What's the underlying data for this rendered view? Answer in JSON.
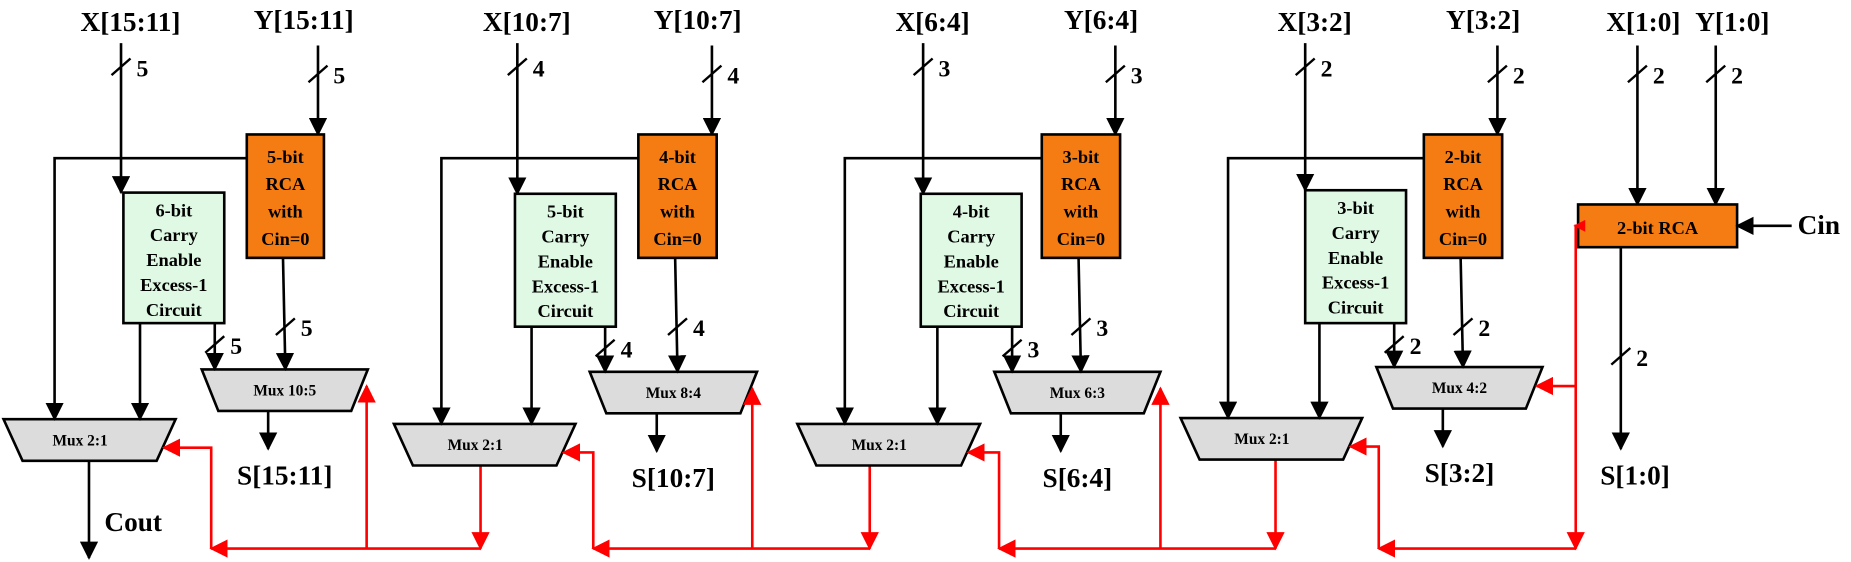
{
  "colors": {
    "rca": "#f57c12",
    "cec": "#e0f9e4",
    "mux": "#dcdcdc",
    "carry_wire": "#ff0000",
    "wire": "#000000"
  },
  "blocks": [
    {
      "x_label": "X[15:11]",
      "y_label": "Y[15:11]",
      "x_width": "5",
      "y_width": "5",
      "rca_lines": [
        "5-bit",
        "RCA",
        "with",
        "Cin=0"
      ],
      "cec_lines": [
        "6-bit",
        "Carry",
        "Enable",
        "Excess-1",
        "Circuit"
      ],
      "cec_width": "5",
      "rca_width": "5",
      "mux_label": "Mux 10:5",
      "mux21_label": "Mux 2:1",
      "sum_label": "S[15:11]"
    },
    {
      "x_label": "X[10:7]",
      "y_label": "Y[10:7]",
      "x_width": "4",
      "y_width": "4",
      "rca_lines": [
        "4-bit",
        "RCA",
        "with",
        "Cin=0"
      ],
      "cec_lines": [
        "5-bit",
        "Carry",
        "Enable",
        "Excess-1",
        "Circuit"
      ],
      "cec_width": "4",
      "rca_width": "4",
      "mux_label": "Mux 8:4",
      "mux21_label": "Mux 2:1",
      "sum_label": "S[10:7]"
    },
    {
      "x_label": "X[6:4]",
      "y_label": "Y[6:4]",
      "x_width": "3",
      "y_width": "3",
      "rca_lines": [
        "3-bit",
        "RCA",
        "with",
        "Cin=0"
      ],
      "cec_lines": [
        "4-bit",
        "Carry",
        "Enable",
        "Excess-1",
        "Circuit"
      ],
      "cec_width": "3",
      "rca_width": "3",
      "mux_label": "Mux 6:3",
      "mux21_label": "Mux 2:1",
      "sum_label": "S[6:4]"
    },
    {
      "x_label": "X[3:2]",
      "y_label": "Y[3:2]",
      "x_width": "2",
      "y_width": "2",
      "rca_lines": [
        "2-bit",
        "RCA",
        "with",
        "Cin=0"
      ],
      "cec_lines": [
        "3-bit",
        "Carry",
        "Enable",
        "Excess-1",
        "Circuit"
      ],
      "cec_width": "2",
      "rca_width": "2",
      "mux_label": "Mux 4:2",
      "mux21_label": "Mux 2:1",
      "sum_label": "S[3:2]"
    }
  ],
  "lsb": {
    "x_label": "X[1:0]",
    "y_label": "Y[1:0]",
    "x_width": "2",
    "y_width": "2",
    "rca_label": "2-bit RCA",
    "out_width": "2",
    "sum_label": "S[1:0]",
    "cin_label": "Cin"
  },
  "cout_label": "Cout"
}
